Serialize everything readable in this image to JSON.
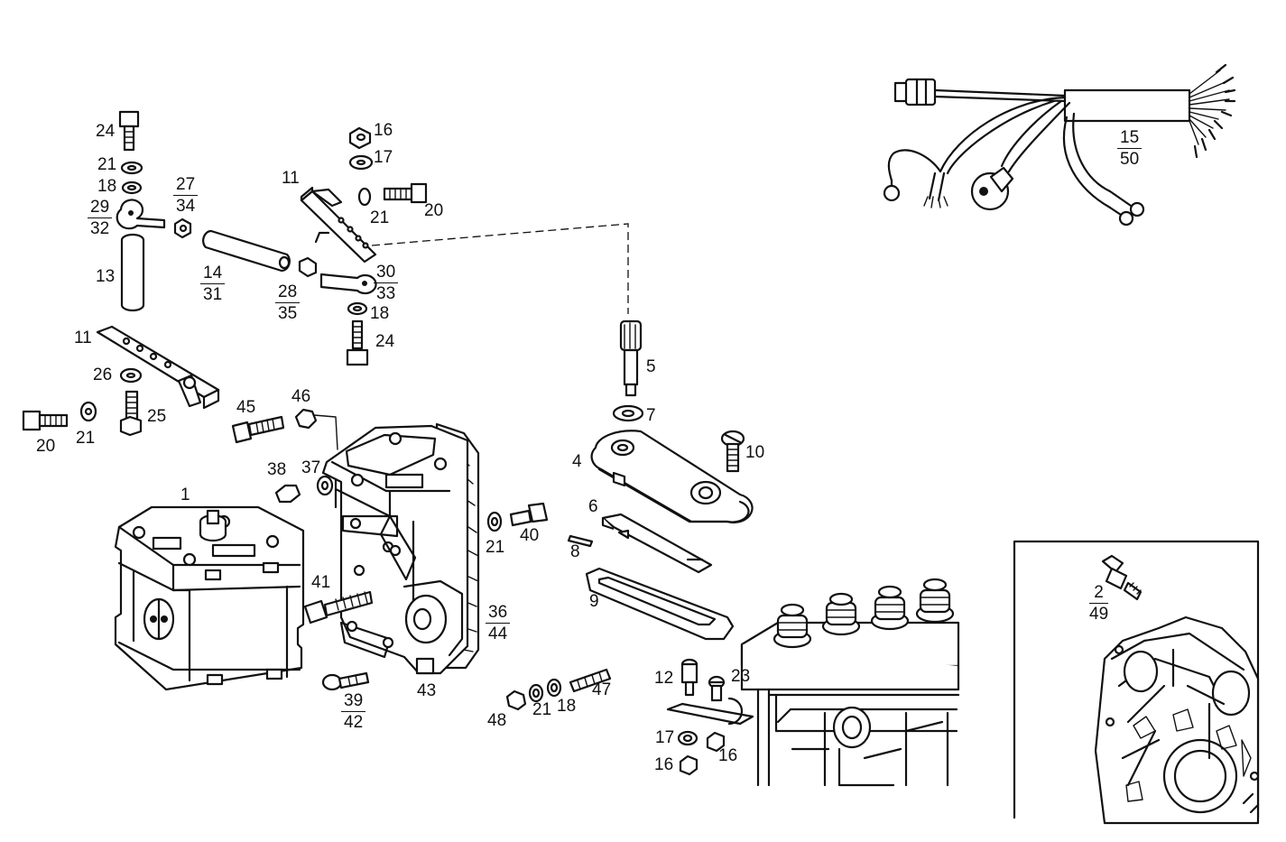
{
  "labels": {
    "l1": "1",
    "l4": "4",
    "l5": "5",
    "l6": "6",
    "l7": "7",
    "l8": "8",
    "l9": "9",
    "l10": "10",
    "l11a": "11",
    "l11b": "11",
    "l12": "12",
    "l13": "13",
    "l16a": "16",
    "l16b": "16",
    "l16c": "16",
    "l17a": "17",
    "l17b": "17",
    "l18a": "18",
    "l18b": "18",
    "l18c": "18",
    "l20a": "20",
    "l20b": "20",
    "l21a": "21",
    "l21b": "21",
    "l21c": "21",
    "l21d": "21",
    "l21e": "21",
    "l23": "23",
    "l24a": "24",
    "l24b": "24",
    "l25": "25",
    "l26": "26",
    "l37": "37",
    "l38": "38",
    "l40": "40",
    "l41": "41",
    "l43": "43",
    "l45": "45",
    "l46": "46",
    "l47": "47",
    "l48": "48"
  },
  "fractions": {
    "f2_49": {
      "num": "2",
      "den": "49"
    },
    "f14_31": {
      "num": "14",
      "den": "31"
    },
    "f15_50": {
      "num": "15",
      "den": "50"
    },
    "f27_34": {
      "num": "27",
      "den": "34"
    },
    "f28_35": {
      "num": "28",
      "den": "35"
    },
    "f29_32": {
      "num": "29",
      "den": "32"
    },
    "f30_33": {
      "num": "30",
      "den": "33"
    },
    "f36_44": {
      "num": "36",
      "den": "44"
    },
    "f39_42": {
      "num": "39",
      "den": "42"
    }
  }
}
